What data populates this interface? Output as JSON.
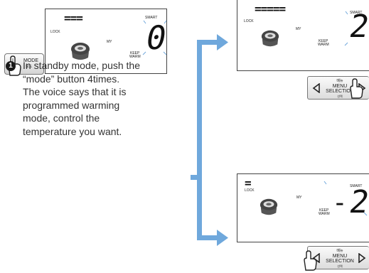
{
  "mode_button": {
    "label": "MODE",
    "sublabel": "모드"
  },
  "display_main": {
    "dashes": "===",
    "lock": "LOCK",
    "my": "MY",
    "keep": "KEEP",
    "warm": "WARM",
    "digit": "0"
  },
  "display_top": {
    "dashes": "=====",
    "lock": "LOCK",
    "my": "MY",
    "smart": "SMART",
    "keep": "KEEP",
    "warm": "WARM",
    "digit": "2"
  },
  "display_bottom": {
    "dashes": "=",
    "lock": "LOCK",
    "my": "MY",
    "smart": "SMART",
    "keep": "KEEP",
    "warm": "WARM",
    "sign": "-",
    "digit": "2"
  },
  "smart_label": "SMART",
  "instruction": {
    "step": "1",
    "lines": [
      "In standby mode, push the",
      "“mode” button 4times.",
      "The voice says that it is",
      "programmed warming",
      "mode, control the",
      "temperature you want."
    ]
  },
  "menu_top": {
    "korean": "메뉴",
    "line1": "MENU",
    "line2": "SELECTION",
    "small": "선택"
  },
  "menu_bottom": {
    "korean": "메뉴",
    "line1": "MENU",
    "line2": "SELECTION",
    "small": "선택"
  },
  "colors": {
    "arrow": "#6fa8dc",
    "step_badge": "#1a1a1a"
  }
}
